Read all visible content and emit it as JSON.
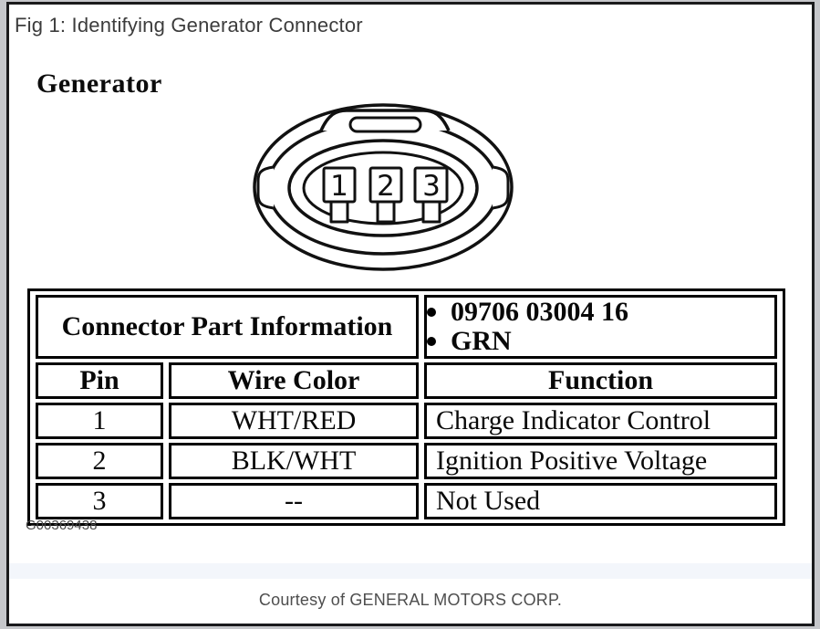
{
  "page": {
    "title": "Fig 1: Identifying Generator Connector",
    "figure_id": "G00369438",
    "courtesy": "Courtesy of GENERAL MOTORS CORP."
  },
  "figure": {
    "heading": "Generator",
    "connector": {
      "pins": [
        "1",
        "2",
        "3"
      ]
    },
    "table": {
      "part_info_label": "Connector Part Information",
      "part_info_items": [
        "09706 03004 16",
        "GRN"
      ],
      "headers": [
        "Pin",
        "Wire Color",
        "Function"
      ],
      "rows": [
        {
          "pin": "1",
          "wire_color": "WHT/RED",
          "function": "Charge Indicator Control"
        },
        {
          "pin": "2",
          "wire_color": "BLK/WHT",
          "function": "Ignition Positive Voltage"
        },
        {
          "pin": "3",
          "wire_color": "--",
          "function": "Not Used"
        }
      ]
    }
  },
  "colors": {
    "outer_background": "#c6c7cb",
    "page_background": "#ffffff",
    "page_border": "#1a1a1c",
    "line_art": "#111111",
    "table_border": "#000000",
    "title_text": "#3c3c3c",
    "footer_band": "#f3f6fb",
    "courtesy_text": "#4e4e4e"
  }
}
